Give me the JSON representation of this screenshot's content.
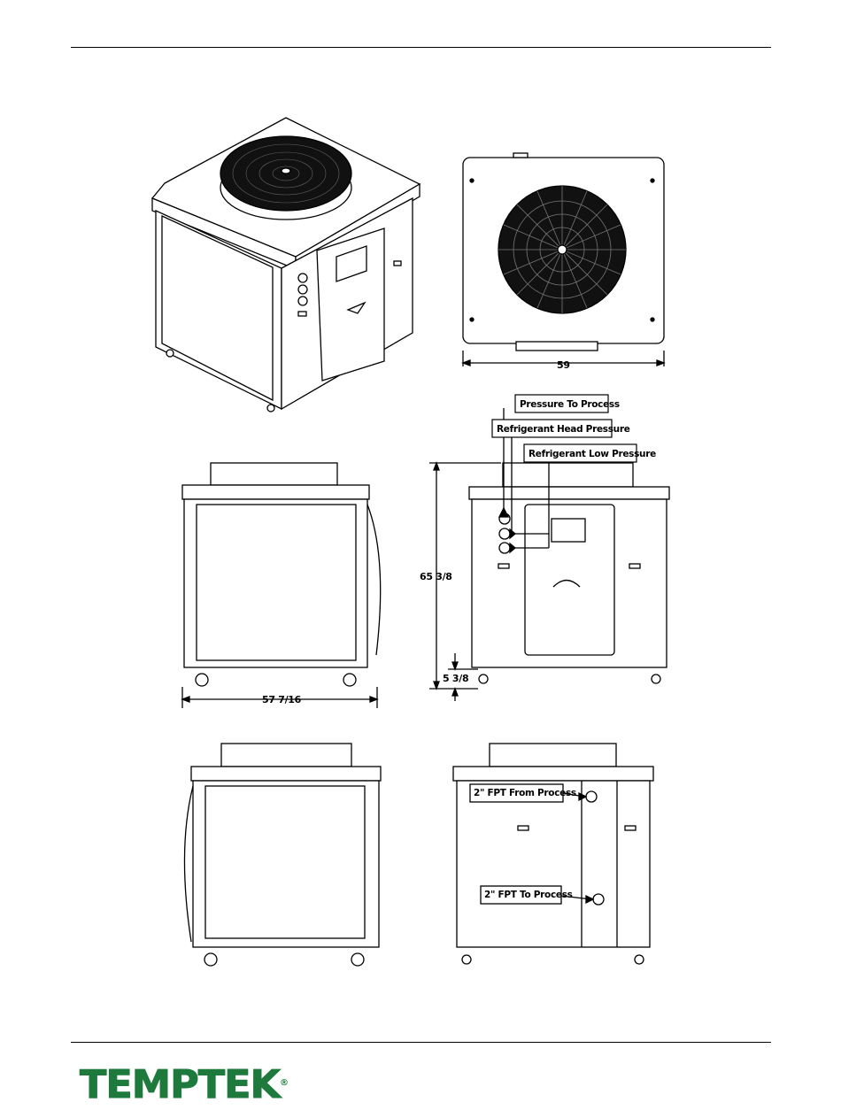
{
  "dimensions": {
    "top_width": "59",
    "front_height": "65 3/8",
    "caster_height": "5 3/8",
    "side_width": "57 7/16"
  },
  "callouts": {
    "pressure_to_process": "Pressure To Process",
    "refrigerant_head_pressure": "Refrigerant Head Pressure",
    "refrigerant_low_pressure": "Refrigerant Low Pressure",
    "fpt_from_process": "2\" FPT From Process",
    "fpt_to_process": "2\" FPT To Process"
  },
  "brand": {
    "logo_text": "TEMPTEK",
    "registered_mark": "®",
    "logo_color": "#1e7a3c"
  }
}
